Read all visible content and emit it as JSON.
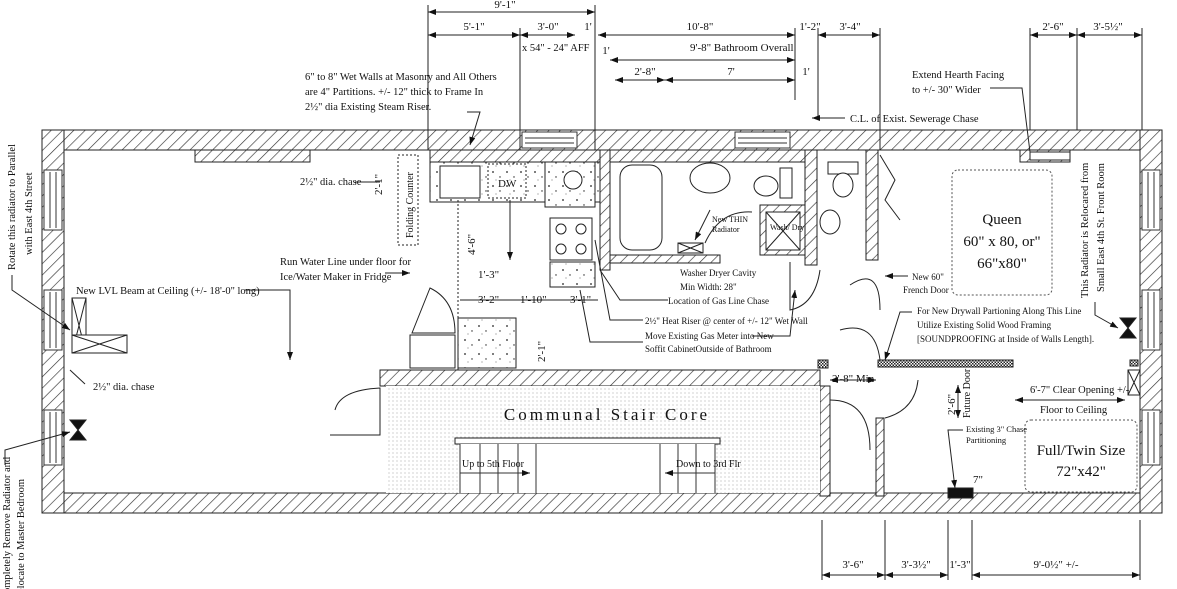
{
  "drawing": {
    "type": "floor plan",
    "background_color": "#ffffff",
    "line_color": "#111111",
    "rooms": {
      "queen_bed": {
        "title": "Queen",
        "line1": "60\" x 80, or\"",
        "line2": "66\"x80\""
      },
      "twin_bed": {
        "title": "Full/Twin Size",
        "line1": "72\"x42\""
      },
      "stair_core": "Communal Stair Core",
      "stairs_up": "Up to 5th Floor",
      "stairs_down": "Down to 3rd Flr",
      "dishwasher": "DW",
      "washer_dryer": "Wash/ Dry",
      "folding_counter": "Folding Counter",
      "future_door": "Future Door"
    },
    "notes": {
      "wet_walls": [
        "6\" to 8\" Wet Walls at Masonry and All Others",
        "are 4\" Partitions.  +/- 12\" thick to Frame In",
        "2½\" dia Existing Steam Riser."
      ],
      "hearth": [
        "Extend Hearth Facing",
        "to +/- 30\" Wider"
      ],
      "sewerage": "C.L. of Exist. Sewerage Chase",
      "chase_top": "2½\" dia. chase",
      "chase_bottom": "2½\" dia. chase",
      "water_line": [
        "Run Water Line under floor for",
        "Ice/Water Maker in Fridge"
      ],
      "lvl_beam": "New LVL Beam at Ceiling (+/- 18'-0\" long)",
      "rotate_radiator": [
        "Rotate this radiator to Parallel",
        "with East 4th Street"
      ],
      "remove_radiator": [
        "Completely Remove Radiator and",
        "Relocate to Master Bedroom"
      ],
      "relocated_radiator": [
        "This Radiator is Relocared from",
        "Small East 4th St. Front Room"
      ],
      "thin_radiator": [
        "New THIN",
        "Radiator"
      ],
      "washer_cavity": [
        "Washer Dryer Cavity",
        "Min Width:  28\""
      ],
      "gas_line": "Location of Gas Line Chase",
      "heat_riser": "2½\" Heat Riser @ center of +/- 12\" Wet Wall",
      "gas_meter": [
        "Move Existing Gas Meter into New",
        "Soffit CabinetOutside of Bathroom"
      ],
      "french_door": [
        "New 60\"",
        "French Door"
      ],
      "drywall": [
        "For New Drywall Partioning Along This Line",
        "Utilize Existing Solid Wood Framing",
        "[SOUNDPROOFING at Inside of Walls Length]."
      ],
      "clear_opening": [
        "6'-7\" Clear Opening +/-",
        "Floor to Ceiling"
      ],
      "existing_chase": [
        "Existing 3\" Chase",
        "Partitioning"
      ],
      "window_height": "x 54\" - 24\" AFF",
      "bathroom_overall": "9'-8\" Bathroom Overall"
    },
    "dimensions": {
      "top_overall": "9'-1\"",
      "top_row": [
        "5'-1\"",
        "3'-0\"",
        "1'",
        "10'-8\"",
        "1'-2\"",
        "3'-4\"",
        "2'-6\"",
        "3'-5½\""
      ],
      "bath_row": [
        "1'",
        "2'-8\"",
        "7'",
        "1'"
      ],
      "kitchen": [
        "4'-6\"",
        "1'-3\"",
        "3'-2\"",
        "1'-10\"",
        "3'-1\"",
        "2'-1\"",
        "2'-1\""
      ],
      "hall": [
        "2'-8\" Min",
        "2'-6\"",
        "7\""
      ],
      "bottom_row": [
        "3'-6\"",
        "3'-3½\"",
        "1'-3\"",
        "9'-0½\" +/-"
      ]
    }
  }
}
